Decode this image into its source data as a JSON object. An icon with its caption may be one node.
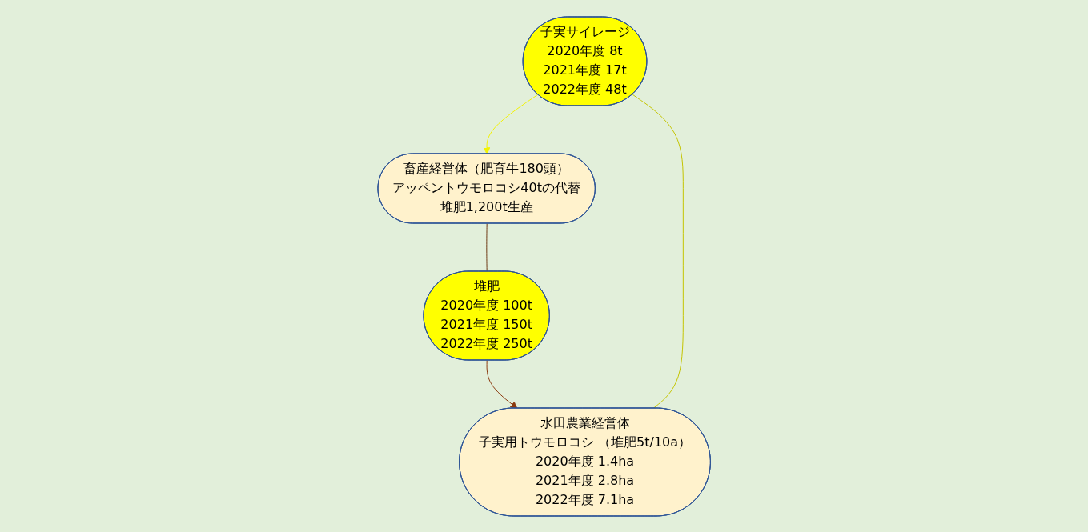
{
  "diagram": {
    "nodes": [
      {
        "text": [
          "子実サイレージ",
          "2020年度 8t",
          "2021年度 17t",
          "2022年度 48t"
        ]
      },
      {
        "text": [
          "畜産経営体（肥育牛180頭）",
          "アッペントウモロコシ40tの代替",
          "堆肥1,200t生産"
        ]
      },
      {
        "text": [
          "水田農業経営体",
          "子実用トウモロコシ （堆肥5t/10a）",
          "2020年度 1.4ha",
          "2021年度 2.8ha",
          "2022年度 7.1ha"
        ]
      },
      {
        "text": [
          "堆肥",
          "2020年度 100t",
          "2021年度 150t",
          "2022年度 250t"
        ]
      }
    ],
    "edges": [
      {
        "from": 0,
        "to": 1,
        "arrow": "to",
        "color": "#f2f200"
      },
      {
        "from": 2,
        "to": 0,
        "arrow": "none",
        "color": "#c4c400"
      },
      {
        "from": 1,
        "to": 3,
        "arrow": "none",
        "color": "#6b3510"
      },
      {
        "from": 3,
        "to": 2,
        "arrow": "to",
        "color": "#8b3a0f"
      }
    ]
  }
}
